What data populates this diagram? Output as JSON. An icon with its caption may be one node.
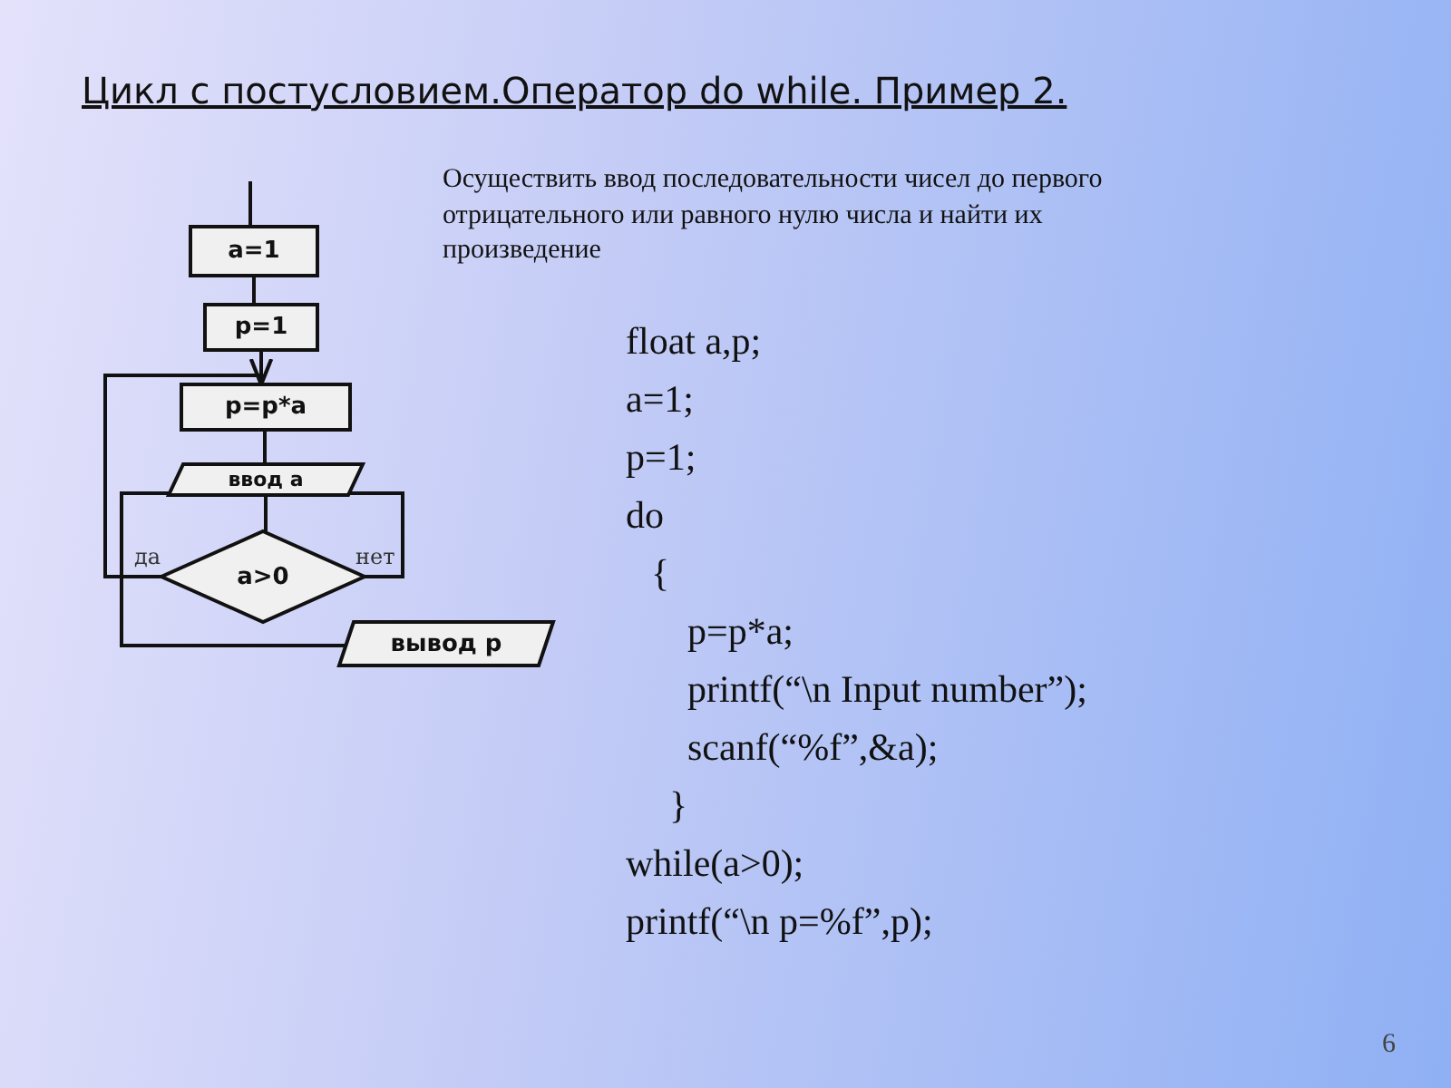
{
  "diagram": {
    "title": "Цикл с постусловием.Оператор do while. Пример 2.",
    "nodes": [
      {
        "text": [
          "a=1"
        ]
      },
      {
        "text": [
          "p=1"
        ]
      },
      {
        "text": [
          "p=p*a"
        ]
      },
      {
        "text": [
          "ввод a"
        ]
      },
      {
        "text": [
          "a>0"
        ]
      },
      {
        "text": [
          "вывод p"
        ]
      }
    ],
    "edges": [
      {
        "from": null,
        "to": 0,
        "arrow": "none"
      },
      {
        "from": 0,
        "to": 1,
        "arrow": "none"
      },
      {
        "from": 1,
        "to": 2,
        "arrow": "none"
      },
      {
        "from": 2,
        "to": 3,
        "arrow": "none"
      },
      {
        "from": 3,
        "to": 4,
        "arrow": "none"
      },
      {
        "from": 4,
        "to": 2,
        "label": "да",
        "arrow": "to"
      },
      {
        "from": 4,
        "to": 5,
        "label": "нет",
        "arrow": "none"
      }
    ],
    "labels": [
      "Осуществить ввод последовательности чисел до первого отрицательного или равного нулю числа и найти их произведение",
      "float a,p;",
      "a=1;",
      "p=1;",
      "do",
      "{",
      "p=p*a;",
      "printf(“\\n Input number”);",
      "scanf(“%f”,&a);",
      "}",
      "while(a>0);",
      "printf(“\\n p=%f”,p);",
      "6"
    ]
  }
}
